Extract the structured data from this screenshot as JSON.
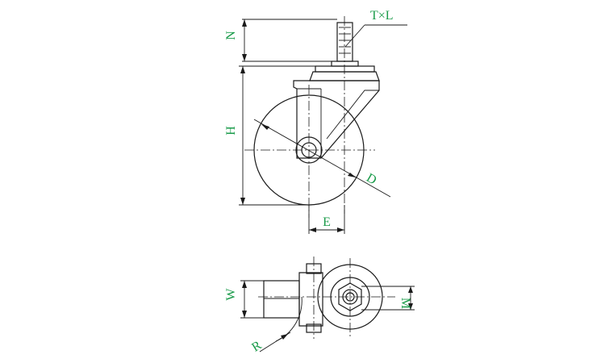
{
  "labels": {
    "thread": "T×L",
    "n": "N",
    "h": "H",
    "d": "D",
    "e": "E",
    "w": "W",
    "m": "M",
    "r": "R"
  },
  "colors": {
    "label": "#1a9b4a",
    "line": "#1a1a1a",
    "background": "#ffffff"
  }
}
